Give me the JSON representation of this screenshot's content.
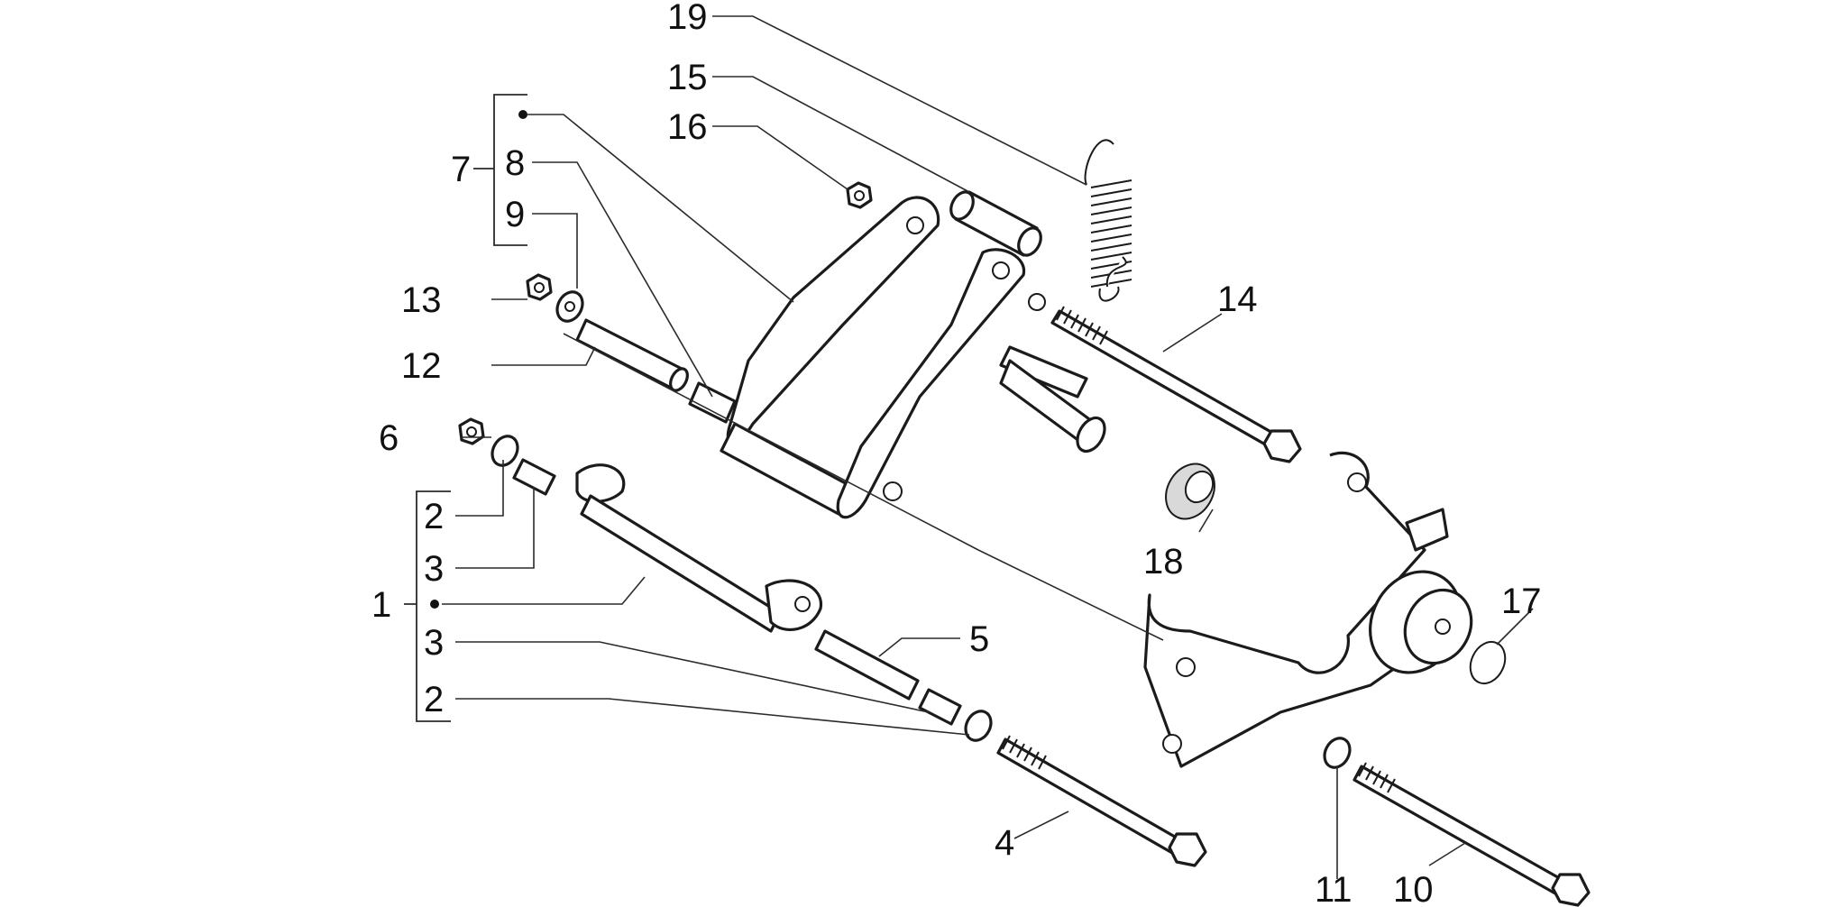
{
  "callouts": {
    "c1": "1",
    "c2a": "2",
    "c2b": "2",
    "c3a": "3",
    "c3b": "3",
    "c4": "4",
    "c5": "5",
    "c6": "6",
    "c7": "7",
    "c8": "8",
    "c9": "9",
    "c10": "10",
    "c11": "11",
    "c12": "12",
    "c13": "13",
    "c14": "14",
    "c15": "15",
    "c16": "16",
    "c17": "17",
    "c18": "18",
    "c19": "19"
  },
  "colors": {
    "line": "#1b1b1b",
    "background": "#ffffff"
  }
}
